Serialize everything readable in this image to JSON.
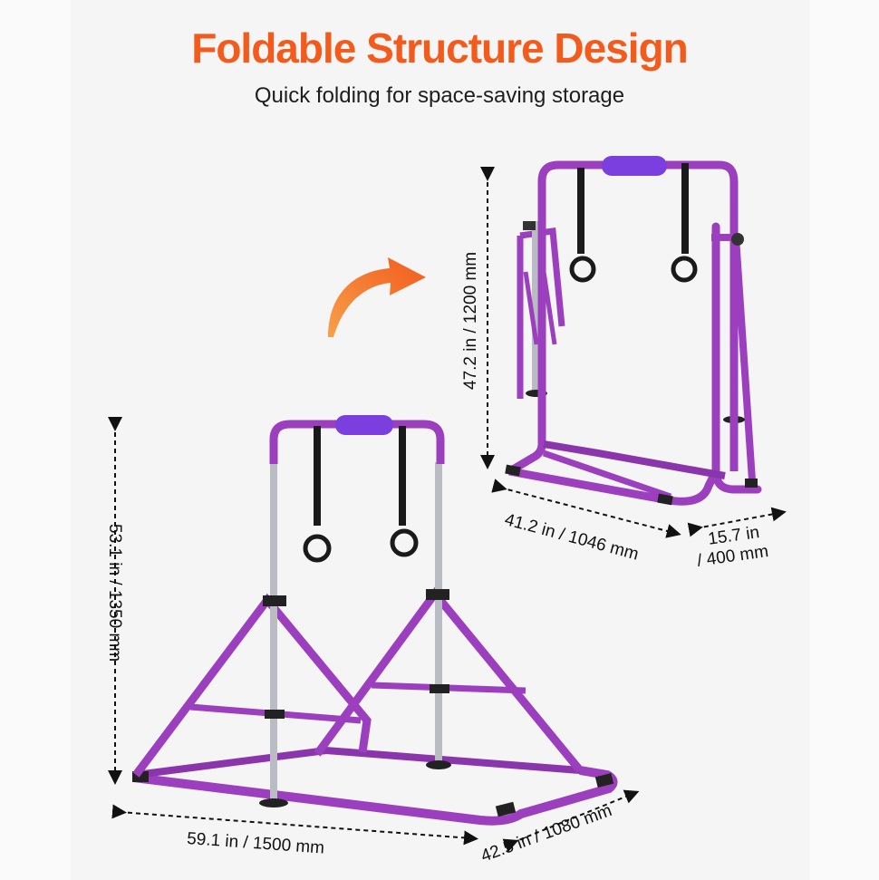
{
  "header": {
    "title": "Foldable Structure Design",
    "subtitle": "Quick folding for space-saving storage"
  },
  "dimensions": {
    "folded_height": "47.2 in / 1200 mm",
    "folded_width": "41.2 in / 1046 mm",
    "folded_depth_line1": "15.7 in",
    "folded_depth_line2": "/ 400 mm",
    "open_height": "53.1 in / 1350 mm",
    "open_width": "59.1 in / 1500 mm",
    "open_depth": "42.5 in / 1080 mm"
  },
  "colors": {
    "accent": "#f25b1c",
    "frame": "#9b3fbf",
    "frame_dark": "#7a2e9a",
    "pad": "#7b3fe0",
    "pole": "#b9bcc2"
  },
  "icons": {
    "arrow": "curved-arrow-icon"
  }
}
